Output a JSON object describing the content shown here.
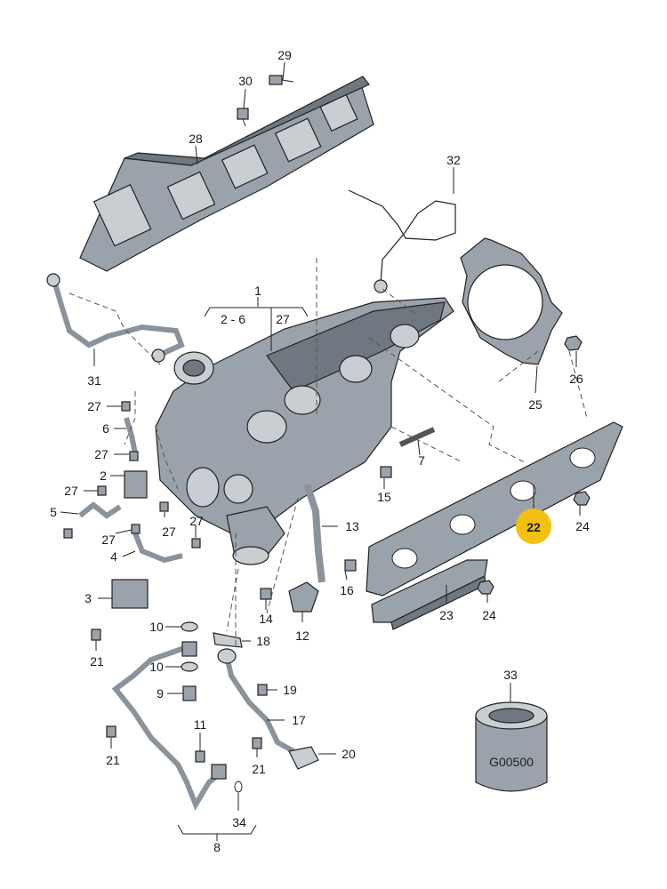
{
  "diagram": {
    "accent_color": "#f2c010",
    "part_fill": "#9aa3ab",
    "highlighted_part": "22",
    "group_labels": {
      "g1_top": "1",
      "g1_range": "2 - 6",
      "g1_extra": "27",
      "g8": "8"
    },
    "callouts": {
      "c29": "29",
      "c30": "30",
      "c28": "28",
      "c32": "32",
      "c31": "31",
      "c25": "25",
      "c26": "26",
      "c27a": "27",
      "c6": "6",
      "c27b": "27",
      "c2": "2",
      "c27c": "27",
      "c5": "5",
      "c27d": "27",
      "c27e": "27",
      "c27f": "27",
      "c4": "4",
      "c7": "7",
      "c15": "15",
      "c13": "13",
      "c22": "22",
      "c24a": "24",
      "c3": "3",
      "c16": "16",
      "c14": "14",
      "c12": "12",
      "c23": "23",
      "c24b": "24",
      "c10a": "10",
      "c18": "18",
      "c21a": "21",
      "c10b": "10",
      "c9": "9",
      "c19": "19",
      "c17": "17",
      "c11": "11",
      "c21b": "21",
      "c21c": "21",
      "c20": "20",
      "c34": "34",
      "c33": "33"
    },
    "canister_label": "G00500"
  }
}
